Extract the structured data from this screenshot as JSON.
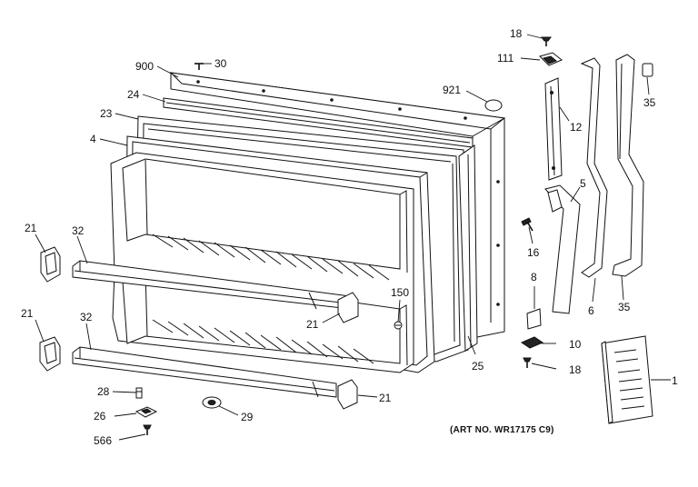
{
  "diagram": {
    "art_number": "(ART NO. WR17175 C9)",
    "callouts": {
      "p1": "1",
      "p4": "4",
      "p5": "5",
      "p6": "6",
      "p8": "8",
      "p10": "10",
      "p12": "12",
      "p16": "16",
      "p18_top": "18",
      "p18_bottom": "18",
      "p21_left_top": "21",
      "p21_left_bottom": "21",
      "p21_mid": "21",
      "p21_lower": "21",
      "p23": "23",
      "p24": "24",
      "p25": "25",
      "p26": "26",
      "p28": "28",
      "p29": "29",
      "p30": "30",
      "p32_top": "32",
      "p32_bottom": "32",
      "p35_top": "35",
      "p35_bottom": "35",
      "p111": "111",
      "p150": "150",
      "p566": "566",
      "p900": "900",
      "p921": "921"
    }
  }
}
